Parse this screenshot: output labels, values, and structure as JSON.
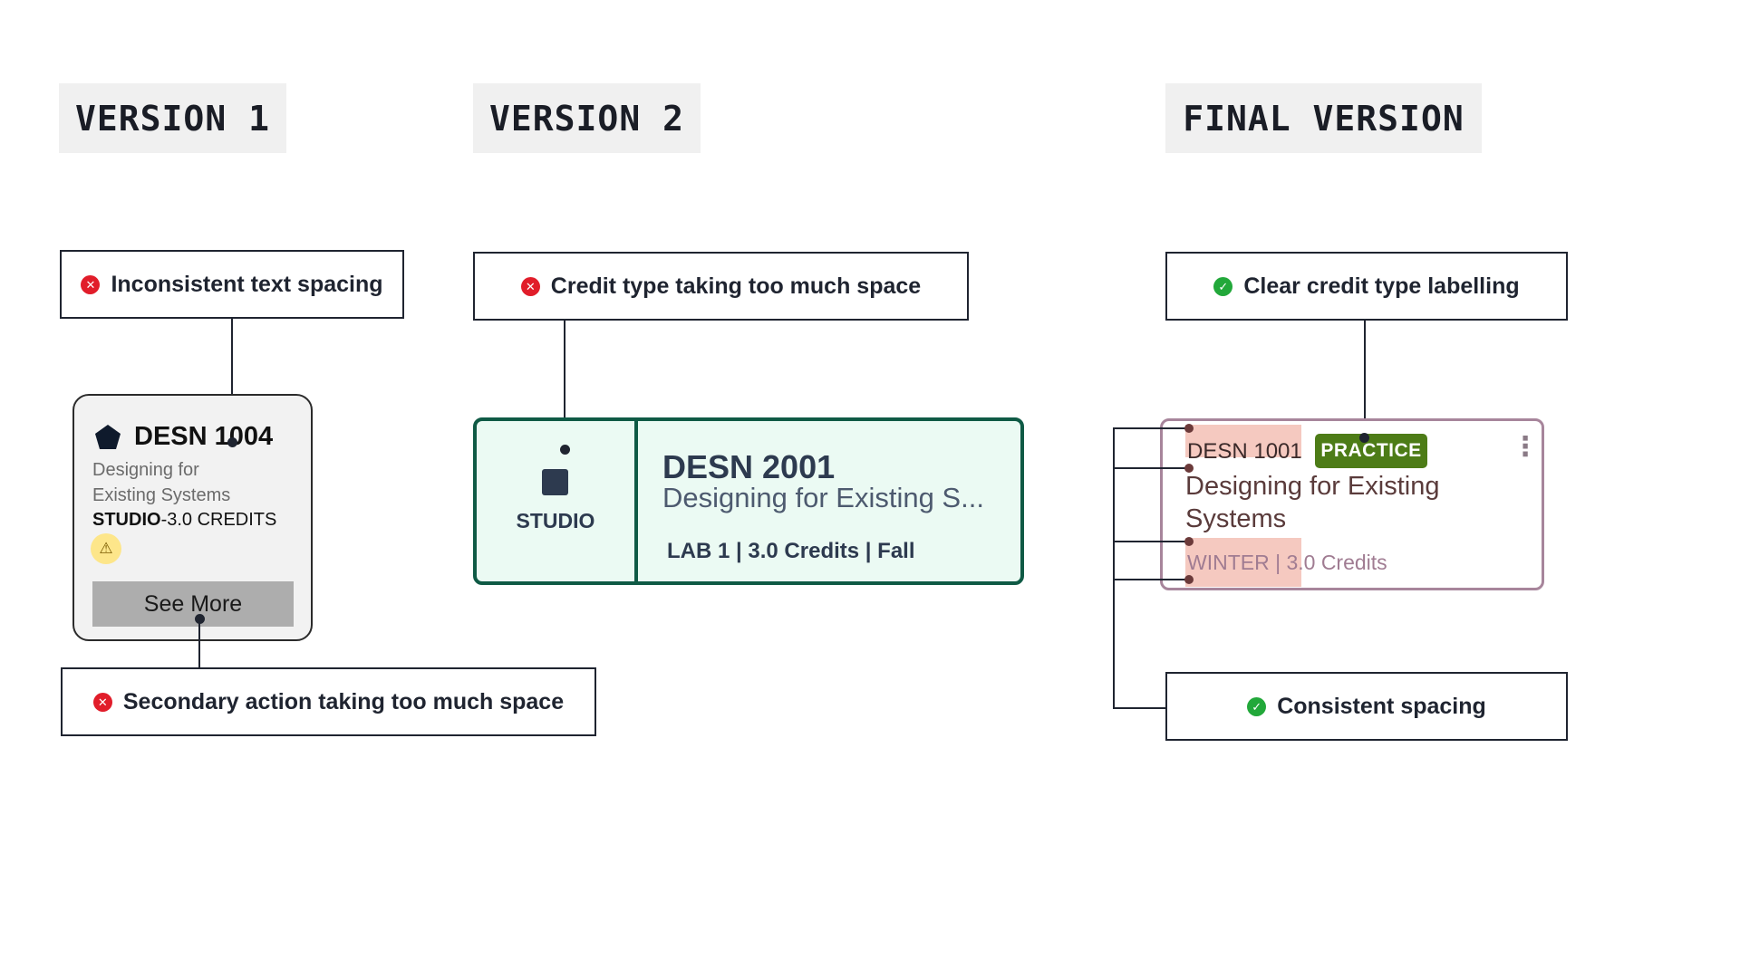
{
  "headers": {
    "v1": "VERSION 1",
    "v2": "VERSION 2",
    "final": "FINAL VERSION"
  },
  "notes": {
    "v1_spacing": "Inconsistent text spacing",
    "v1_secondary": "Secondary action taking too much space",
    "v2_credit": "Credit type taking too much space",
    "final_labelling": "Clear credit type labelling",
    "final_spacing": "Consistent spacing"
  },
  "v1_card": {
    "code": "DESN 1004",
    "name_line1": "Designing for",
    "name_line2": "Existing Systems",
    "type": "STUDIO",
    "credits": "-3.0 CREDITS",
    "warning_icon": "⚠",
    "button": "See More"
  },
  "v2_card": {
    "type": "STUDIO",
    "code": "DESN 2001",
    "name": "Designing for Existing S...",
    "meta": "LAB 1 | 3.0 Credits | Fall"
  },
  "final_card": {
    "code": "DESN 1001",
    "badge": "PRACTICE",
    "name_line1": "Designing for Existing",
    "name_line2": "Systems",
    "meta": "WINTER | 3.0 Credits",
    "menu_icon": "⋮"
  },
  "colors": {
    "error": "#e11d2a",
    "success": "#22a83a",
    "v2_border": "#0f5a45",
    "final_border": "#a7859b",
    "badge": "#4d7c17",
    "highlight": "#f5c9c0"
  }
}
